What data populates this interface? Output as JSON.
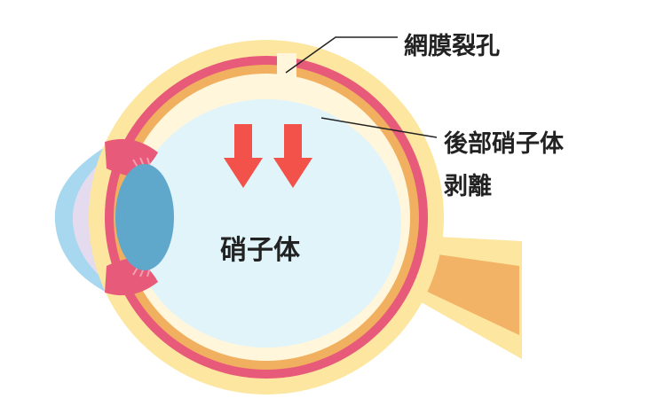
{
  "labels": {
    "retinal_tear": "網膜裂孔",
    "posterior_vitreous_detachment_line1": "後部硝子体",
    "posterior_vitreous_detachment_line2": "剥離",
    "vitreous_body": "硝子体"
  },
  "colors": {
    "sclera": "#FCE6A0",
    "retina": "#E85A7A",
    "choroid": "#F0B060",
    "vitreous": "#E0F4FA",
    "detached_space": "#FFF6DC",
    "lens": "#5FA8CC",
    "cornea": "#A8D8F0",
    "anterior_chamber": "#E4DCEE",
    "optic_nerve_outer": "#FCE6A0",
    "optic_nerve_inner": "#F3B366",
    "arrow": "#F2524A",
    "leader_line": "#222222"
  }
}
